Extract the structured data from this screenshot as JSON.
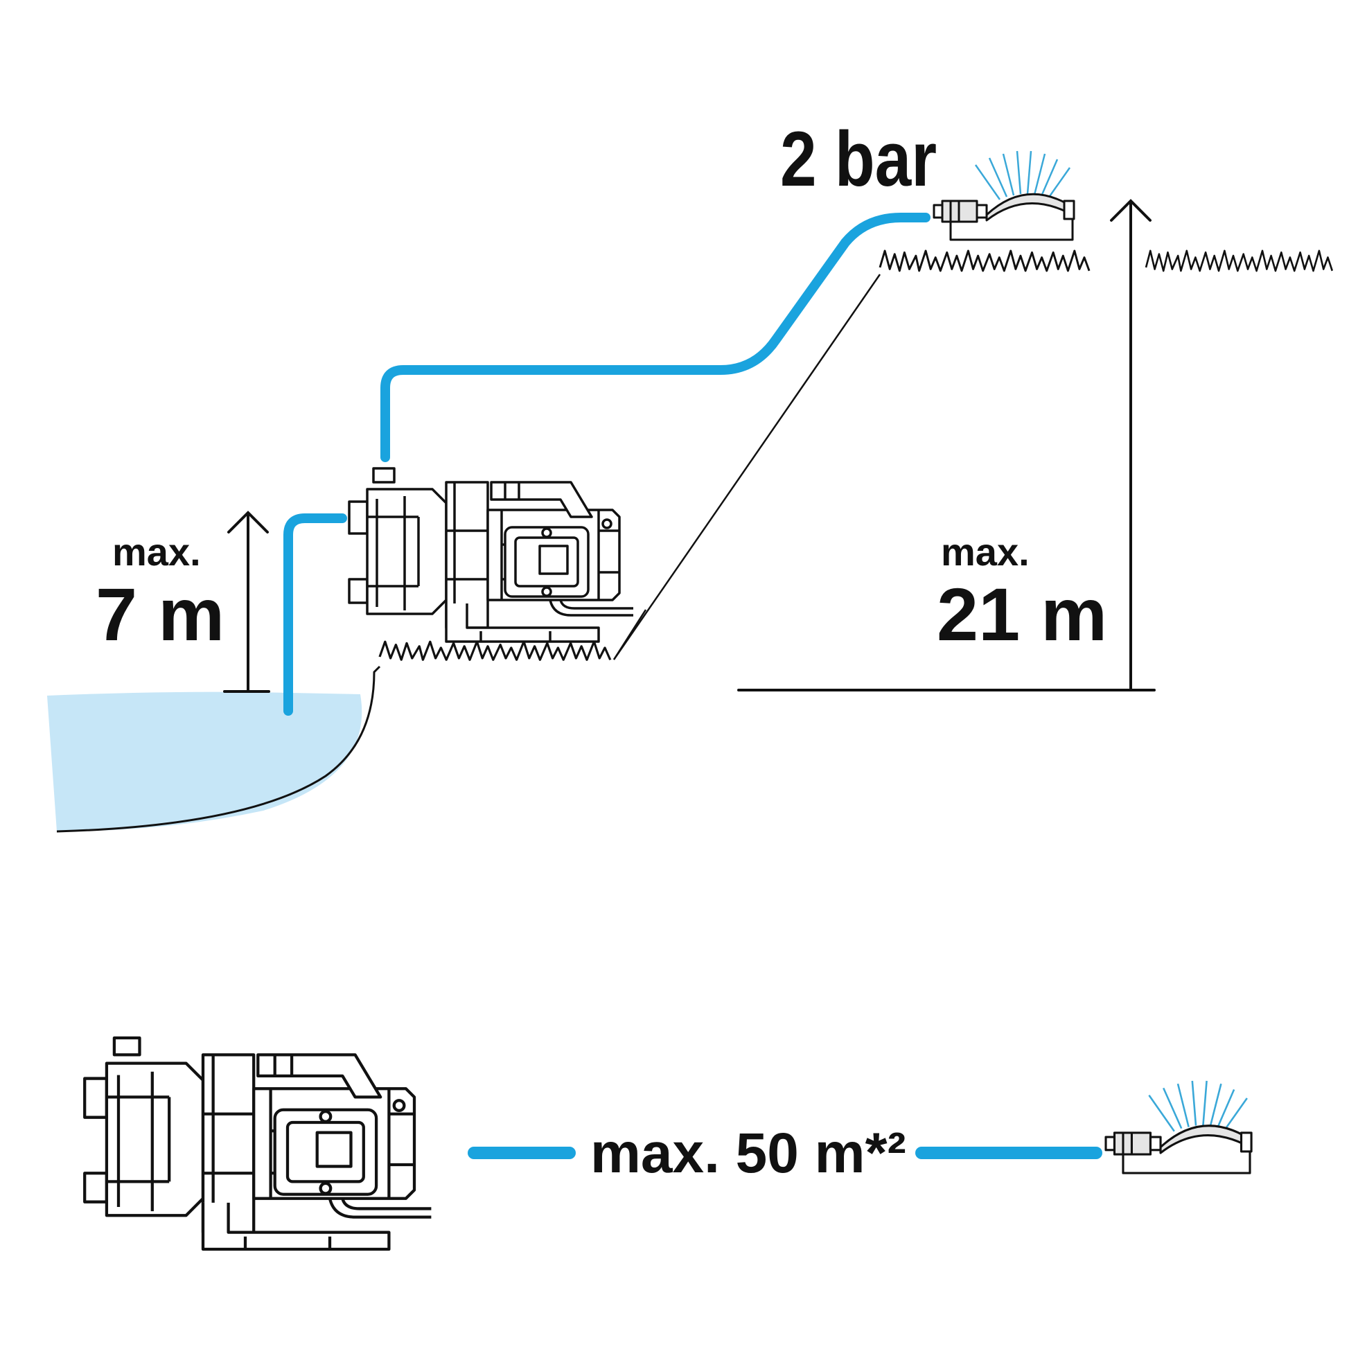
{
  "labels": {
    "pressure": "2 bar",
    "suction_max": "max.",
    "suction_value": "7 m",
    "lift_max": "max.",
    "lift_value": "21 m",
    "hose_length": "max. 50 m*²"
  },
  "colors": {
    "hose": "#1aa3de",
    "water": "#c6e6f7",
    "ink": "#111111",
    "spray": "#3aa8d8"
  },
  "icons": [
    "garden-pump-icon",
    "sprinkler-icon",
    "grass-icon",
    "arrow-up-icon"
  ]
}
